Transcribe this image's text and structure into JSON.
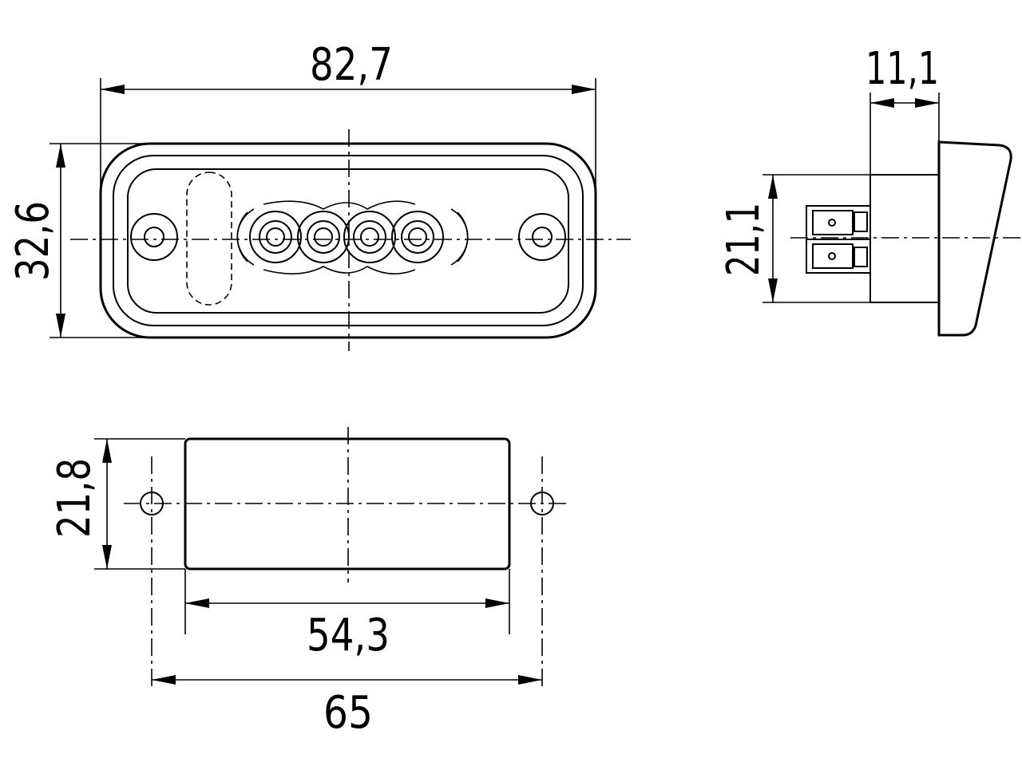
{
  "drawing": {
    "colors": {
      "line": "#000000",
      "background": "#ffffff"
    },
    "dimensions": {
      "overall_width": "82,7",
      "overall_height": "32,6",
      "depth": "11,1",
      "connector_height": "21,1",
      "cutout_height": "21,8",
      "cutout_width": "54,3",
      "hole_spacing": "65"
    }
  }
}
